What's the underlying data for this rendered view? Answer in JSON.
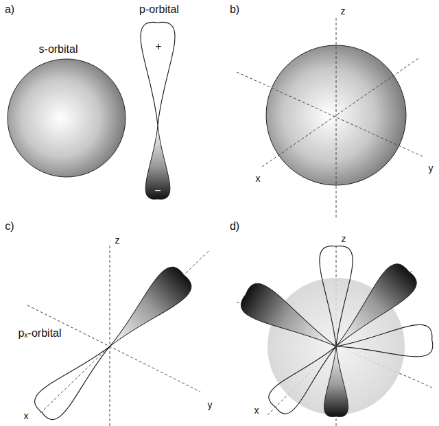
{
  "diagram": {
    "labels": [
      "a)",
      "s-orbital",
      "p-orbital",
      "+",
      "−",
      "b)",
      "z",
      "y",
      "x",
      "c)",
      "z",
      "pₓ-orbital",
      "y",
      "x",
      "d)",
      "z",
      "x"
    ]
  }
}
